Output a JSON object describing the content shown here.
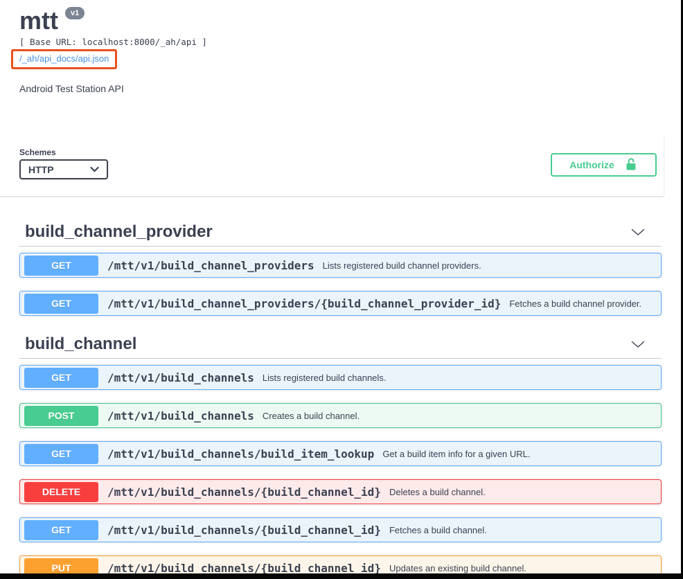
{
  "header": {
    "title": "mtt",
    "version_badge": "v1",
    "base_url_line": "[ Base URL: localhost:8000/_ah/api ]",
    "spec_link": "/_ah/api_docs/api.json",
    "description": "Android Test Station API"
  },
  "schemes": {
    "label": "Schemes",
    "selected": "HTTP"
  },
  "authorize": {
    "label": "Authorize"
  },
  "colors": {
    "get": "#61affe",
    "post": "#49cc90",
    "delete": "#f93e3e",
    "put": "#fca130",
    "authorize_green": "#49cc90",
    "link_blue": "#4990e2",
    "highlight_box_orange": "#e8501e",
    "text": "#3b4151",
    "version_pill_bg": "#7d8492"
  },
  "sections": [
    {
      "title": "build_channel_provider",
      "operations": [
        {
          "method": "GET",
          "path": "/mtt/v1/build_channel_providers",
          "summary": "Lists registered build channel providers."
        },
        {
          "method": "GET",
          "path": "/mtt/v1/build_channel_providers/{build_channel_provider_id}",
          "summary": "Fetches a build channel provider."
        }
      ]
    },
    {
      "title": "build_channel",
      "operations": [
        {
          "method": "GET",
          "path": "/mtt/v1/build_channels",
          "summary": "Lists registered build channels."
        },
        {
          "method": "POST",
          "path": "/mtt/v1/build_channels",
          "summary": "Creates a build channel."
        },
        {
          "method": "GET",
          "path": "/mtt/v1/build_channels/build_item_lookup",
          "summary": "Get a build item info for a given URL."
        },
        {
          "method": "DELETE",
          "path": "/mtt/v1/build_channels/{build_channel_id}",
          "summary": "Deletes a build channel."
        },
        {
          "method": "GET",
          "path": "/mtt/v1/build_channels/{build_channel_id}",
          "summary": "Fetches a build channel."
        },
        {
          "method": "PUT",
          "path": "/mtt/v1/build_channels/{build_channel_id}",
          "summary": "Updates an existing build channel."
        }
      ]
    }
  ]
}
